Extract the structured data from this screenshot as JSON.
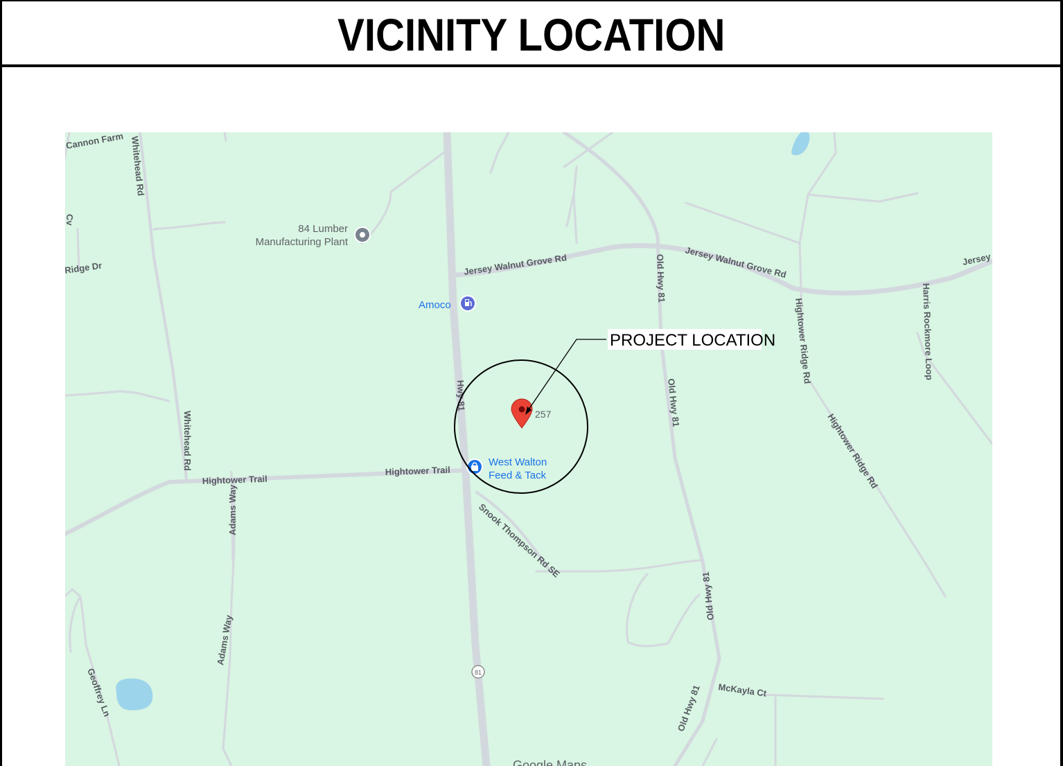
{
  "header": {
    "title": "VICINITY LOCATION"
  },
  "map": {
    "background_color": "#d9f5e3",
    "road_color": "#d3d8de",
    "water_color": "#9cd4ec",
    "poi": {
      "lumber": {
        "line1": "84 Lumber",
        "line2": "Manufacturing Plant",
        "icon": "pin-dot-icon"
      },
      "amoco": {
        "label": "Amoco",
        "icon": "gas-station-icon"
      },
      "feed": {
        "line1": "West Walton",
        "line2": "Feed & Tack",
        "icon": "shopping-bag-icon"
      },
      "marker": {
        "label": "257",
        "icon": "map-pin-icon",
        "color": "#ea4335"
      }
    },
    "roads": {
      "cannon": "Cannon Farm",
      "whitehead_top": "Whitehead Rd",
      "whitehead_mid": "Whitehead Rd",
      "cv": "Cv",
      "ridge_dr": "Ridge Dr",
      "jersey_left": "Jersey Walnut Grove Rd",
      "jersey_right": "Jersey Walnut Grove Rd",
      "jersey_far": "Jersey",
      "old81_top": "Old Hwy 81",
      "old81_mid": "Old Hwy 81",
      "old81_lower": "Old Hwy 81",
      "old81_bottom": "Old Hwy 81",
      "hwy81": "Hwy 81",
      "hightower_left": "Hightower Trail",
      "hightower_right": "Hightower Trail",
      "snook": "Snook Thompson Rd SE",
      "hightower_ridge_1": "Hightower Ridge Rd",
      "hightower_ridge_2": "Hightower Ridge Rd",
      "harris": "Harris Rockmore Loop",
      "adams_1": "Adams Way",
      "adams_2": "Adams Way",
      "geoffrey": "Geoffrey Ln",
      "mckayla": "McKayla Ct",
      "shield": "81"
    },
    "callout": {
      "label": "PROJECT LOCATION"
    },
    "attribution": "Google Maps"
  }
}
